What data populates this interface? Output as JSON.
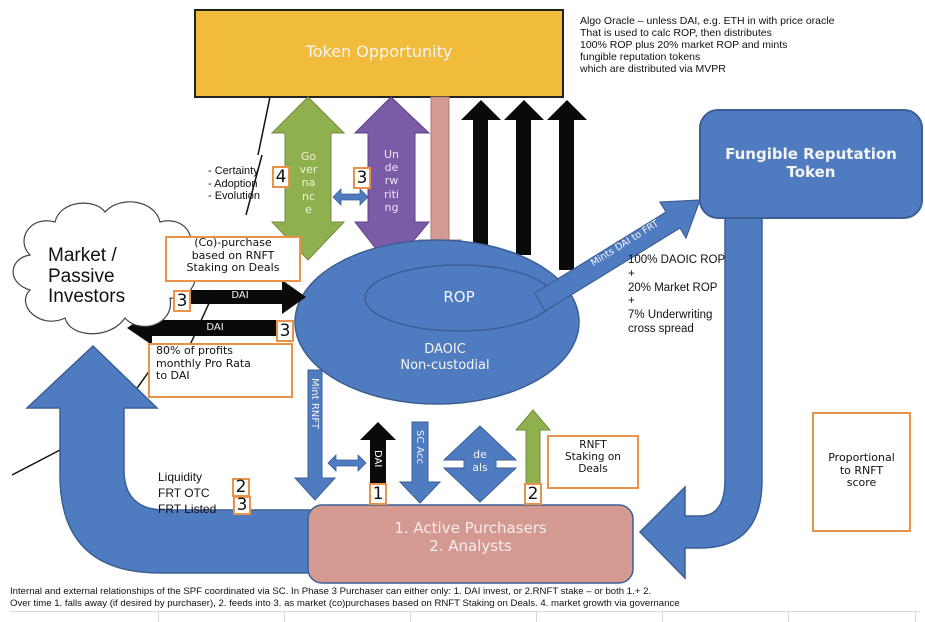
{
  "colors": {
    "token_box": "#f1bb3c",
    "blue": "#4f7cc0",
    "blue_dark": "#3b5f95",
    "green": "#8fb04f",
    "purple": "#7b5aa6",
    "pink": "#d49a92",
    "black": "#0a0a0a",
    "orange_border": "#e8924a"
  },
  "token_opportunity": {
    "label": "Token Opportunity"
  },
  "oracle_note": {
    "lines": [
      "Algo Oracle – unless DAI, e.g. ETH in with price oracle",
      "That is used to calc ROP, then distributes",
      "100% ROP plus 20% market ROP and mints",
      "fungible reputation tokens",
      "which are distributed via MVPR"
    ]
  },
  "governance_arrow": {
    "label_lines": [
      "Go",
      "ver",
      "na",
      "nc",
      "e"
    ],
    "badge": "4"
  },
  "underwriting_arrow": {
    "label_lines": [
      "Un",
      "de",
      "rw",
      "riti",
      "ng"
    ],
    "badge": "3"
  },
  "governance_benefits": {
    "lines": [
      "- Certainty",
      "- Adoption",
      "- Evolution"
    ]
  },
  "copurchase_note": {
    "lines": [
      "(Co)-purchase",
      "based on RNFT",
      "Staking on Deals"
    ]
  },
  "market_cloud": {
    "lines": [
      "Market /",
      "Passive",
      "Investors"
    ]
  },
  "dai_in_arrow": {
    "label": "DAI",
    "badge": "3"
  },
  "dai_out_arrow": {
    "label": "DAI",
    "badge": "3"
  },
  "profits_note": {
    "lines": [
      "80% of profits",
      "monthly  Pro Rata",
      "to DAI"
    ]
  },
  "daoic": {
    "rop_label": "ROP",
    "lines": [
      "DAOIC",
      "Non-custodial"
    ]
  },
  "mints_arrow": {
    "label": "Mints DAI to FRT"
  },
  "frt_box": {
    "lines": [
      "Fungible Reputation",
      "Token"
    ]
  },
  "rop_breakdown": {
    "lines": [
      "100% DAOIC ROP",
      "+",
      "20% Market ROP",
      "+",
      "7% Underwriting",
      "cross spread"
    ]
  },
  "mint_rnft_arrow": {
    "label": "Mint RNFT"
  },
  "dai_up_arrow": {
    "label": "DAI",
    "badge": "1"
  },
  "sc_acc_arrow": {
    "label": "SC Acc"
  },
  "deals_diamond": {
    "lines": [
      "de",
      "als"
    ]
  },
  "rnft_staking_arrow": {
    "badge": "2"
  },
  "rnft_staking_note": {
    "lines": [
      "RNFT",
      "Staking on",
      "Deals"
    ]
  },
  "proportional_note": {
    "lines": [
      "Proportional",
      "to  RNFT",
      "score"
    ]
  },
  "liquidity_note": {
    "title": "Liquidity",
    "items": [
      {
        "label": "FRT OTC",
        "badge": "2"
      },
      {
        "label": "FRT Listed",
        "badge": "3"
      }
    ]
  },
  "purchasers_box": {
    "lines": [
      "1.   Active Purchasers",
      "2.   Analysts"
    ]
  },
  "caption": {
    "lines": [
      "Internal and external relationships of the SPF coordinated via SC. In Phase 3 Purchaser can either only: 1. DAI invest, or 2.RNFT stake – or both 1.+ 2.",
      "Over time 1. falls away (if desired by purchaser), 2. feeds into 3. as market (co)purchases based on RNFT Staking on Deals. 4. market growth via governance"
    ]
  }
}
